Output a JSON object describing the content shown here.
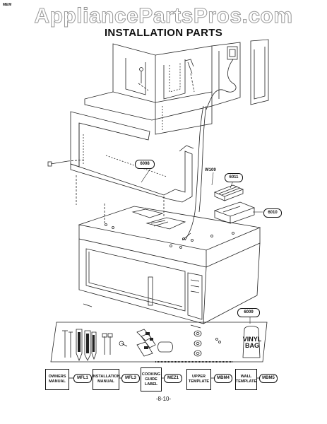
{
  "corner_mark": "MEW",
  "watermark": "AppliancePartsPros.com",
  "title": "INSTALLATION PARTS",
  "part_codes": {
    "mounting_plate": "6008",
    "power_cord": "W109",
    "damper": "6011",
    "adaptor": "6010",
    "hardware_kit": "6009"
  },
  "hardware_bag": "VINYL\nBAG",
  "documents": [
    {
      "label": "OWNERS\nMANUAL",
      "code": "MFL1"
    },
    {
      "label": "INSTALLATION\nMANUAL",
      "code": "MFL3"
    },
    {
      "label": "COOKING\nGUIDE\nLABEL",
      "code": "MEZ1"
    },
    {
      "label": "UPPER\nTEMPLATE",
      "code": "MBM4"
    },
    {
      "label": "WALL\nTEMPLATE",
      "code": "MBM5"
    }
  ],
  "page_number": "-8-10-"
}
